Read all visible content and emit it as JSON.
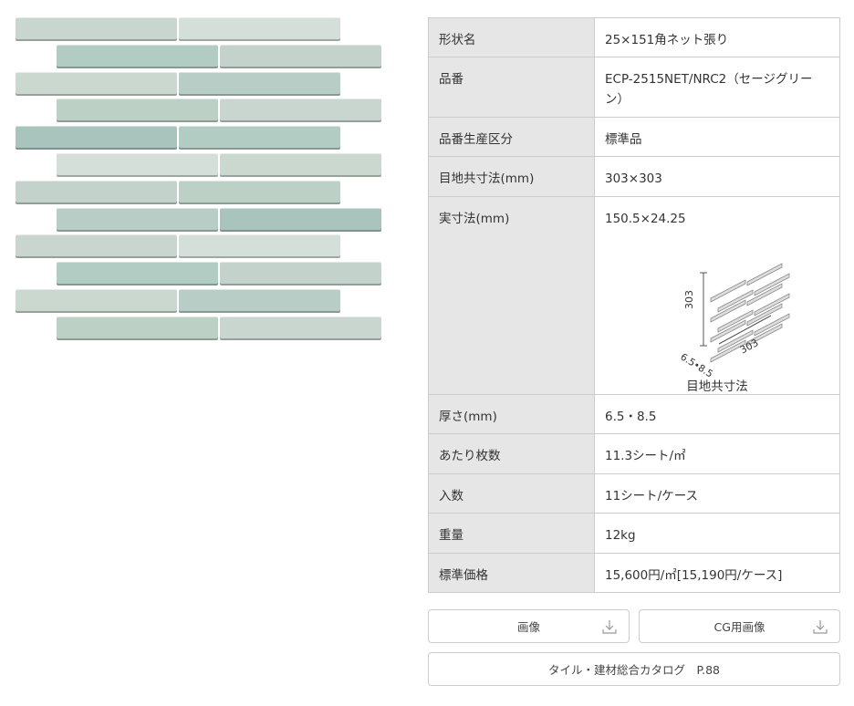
{
  "spec_rows": [
    {
      "label": "形状名",
      "value": "25×151角ネット張り"
    },
    {
      "label": "品番",
      "value": "ECP-2515NET/NRC2（セージグリーン）"
    },
    {
      "label": "品番生産区分",
      "value": "標準品"
    },
    {
      "label": "目地共寸法(mm)",
      "value": "303×303"
    },
    {
      "label": "実寸法(mm)",
      "value": "150.5×24.25"
    },
    {
      "label": "厚さ(mm)",
      "value": "6.5・8.5"
    },
    {
      "label": "あたり枚数",
      "value": "11.3シート/㎡"
    },
    {
      "label": "入数",
      "value": "11シート/ケース"
    },
    {
      "label": "重量",
      "value": "12kg"
    },
    {
      "label": "標準価格",
      "value": "15,600円/㎡[15,190円/ケース]"
    }
  ],
  "diagram": {
    "height": "303",
    "width": "303",
    "thickness": "6.5•8.5",
    "caption": "目地共寸法"
  },
  "buttons": {
    "image": "画像",
    "cg_image": "CG用画像",
    "catalog": "タイル・建材総合カタログ　P.88"
  }
}
